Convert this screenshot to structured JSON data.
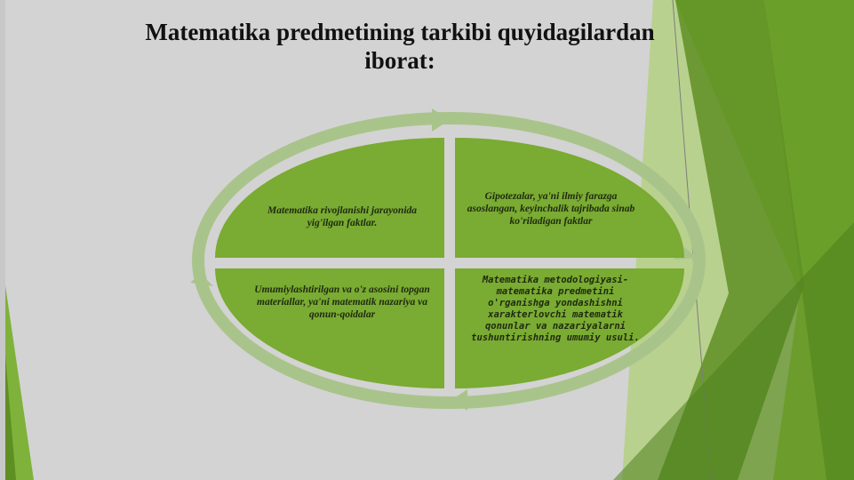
{
  "slide": {
    "title_line1": "Matematika predmetining tarkibi quyidagilardan",
    "title_line2": "iborat:",
    "quadrants": {
      "top_left": "Matematika rivojlanishi jarayonida yig'ilgan faktlar.",
      "top_right": "Gipotezalar, ya'ni ilmiy farazga asoslangan, keyinchalik tajribada sinab ko'riladigan faktlar",
      "bottom_left": "Umumiylashtirilgan va o'z asosini topgan materiallar, ya'ni matematik nazariya va qonun-qoidalar",
      "bottom_right": "Matematika metodologiyasi-matematika predmetini o'rganishga yondashishni xarakterlovchi matematik qonunlar va nazariyalarni tushuntirishning umumiy usuli."
    }
  },
  "colors": {
    "background": "#d3d3d3",
    "quadrant_fill": "#7aab32",
    "arrow_ring": "#a9c48b",
    "accent_dark": "#5e8f23",
    "accent_light": "#9ccc4a"
  },
  "icons": [
    "circular-arrow-ring",
    "slide-background-shapes"
  ]
}
